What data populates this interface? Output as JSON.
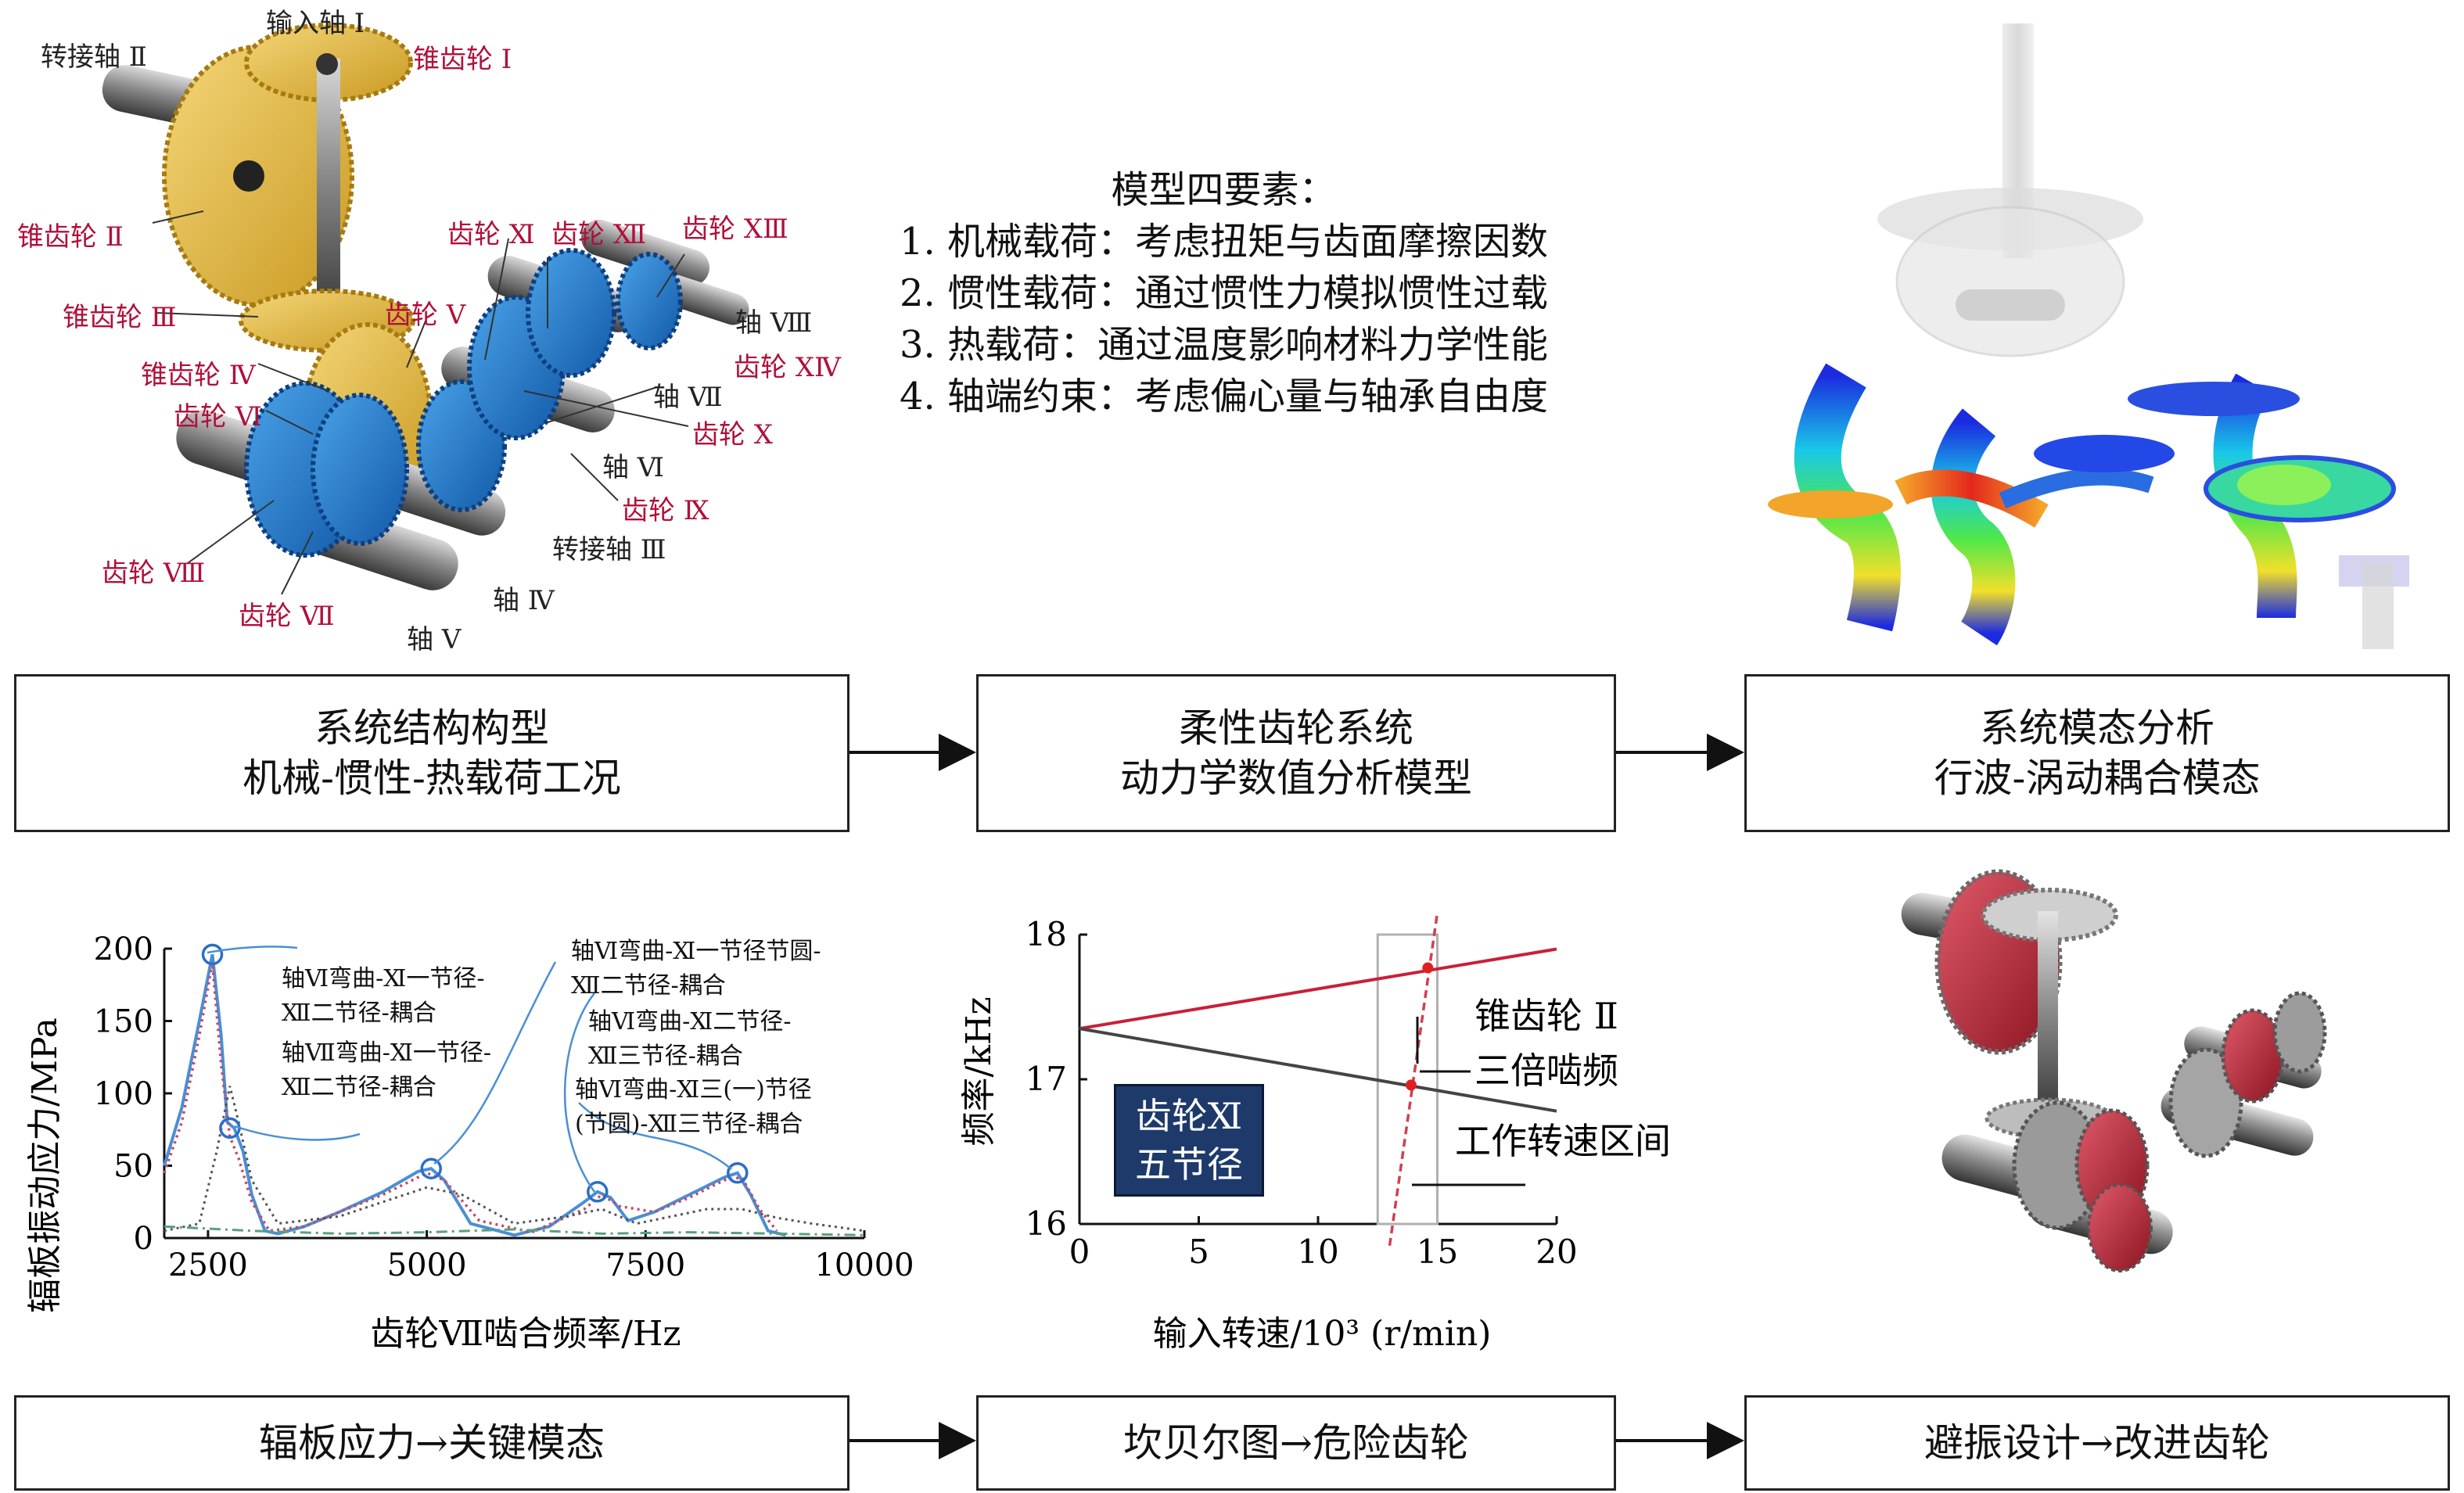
{
  "top_left_labels": {
    "shaft_in_1": "输入轴 Ⅰ",
    "transfer_shaft_2": "转接轴 Ⅱ",
    "bevel_gear_1": "锥齿轮 Ⅰ",
    "bevel_gear_2": "锥齿轮 Ⅱ",
    "bevel_gear_3": "锥齿轮 Ⅲ",
    "bevel_gear_4": "锥齿轮 Ⅳ",
    "gear_5": "齿轮 Ⅴ",
    "gear_6": "齿轮 Ⅵ",
    "gear_7": "齿轮 Ⅶ",
    "gear_8": "齿轮 Ⅷ",
    "gear_9": "齿轮 Ⅸ",
    "gear_10": "齿轮 Ⅹ",
    "gear_11": "齿轮 Ⅺ",
    "gear_12": "齿轮 Ⅻ",
    "gear_13": "齿轮 XⅢ",
    "gear_14": "齿轮 XⅣ",
    "shaft_8": "轴 Ⅷ",
    "shaft_7": "轴 Ⅶ",
    "shaft_6": "轴 Ⅵ",
    "shaft_4": "轴 Ⅳ",
    "shaft_5": "轴 Ⅴ",
    "transfer_shaft_3": "转接轴 Ⅲ"
  },
  "model_elements": {
    "title": "模型四要素：",
    "items": [
      "1. 机械载荷：考虑扭矩与齿面摩擦因数",
      "2. 惯性载荷：通过惯性力模拟惯性过载",
      "3. 热载荷：通过温度影响材料力学性能",
      "4. 轴端约束：考虑偏心量与轴承自由度"
    ]
  },
  "flow_top": {
    "box1": {
      "line1": "系统结构构型",
      "line2": "机械-惯性-热载荷工况"
    },
    "box2": {
      "line1": "柔性齿轮系统",
      "line2": "动力学数值分析模型"
    },
    "box3": {
      "line1": "系统模态分析",
      "line2": "行波-涡动耦合模态"
    }
  },
  "flow_bottom": {
    "box1": "辐板应力→关键模态",
    "box2": "坎贝尔图→危险齿轮",
    "box3": "避振设计→改进齿轮"
  },
  "stress_annotations": [
    [
      "轴Ⅵ弯曲-Ⅺ一节径-",
      "Ⅻ二节径-耦合"
    ],
    [
      "轴Ⅶ弯曲-Ⅺ一节径-",
      "Ⅻ二节径-耦合"
    ],
    [
      "轴Ⅵ弯曲-Ⅺ一节径节圆-",
      "Ⅻ二节径-耦合"
    ],
    [
      "轴Ⅵ弯曲-Ⅺ二节径-",
      "Ⅻ三节径-耦合"
    ],
    [
      "轴Ⅵ弯曲-Ⅺ三(一)节径",
      "(节圆)-Ⅻ三节径-耦合"
    ]
  ],
  "campbell_annotations": {
    "gear_box_line1": "齿轮Ⅺ",
    "gear_box_line2": "五节径",
    "bevel_label": "锥齿轮 Ⅱ",
    "triple_label": "三倍啮频",
    "range_label": "工作转速区间"
  },
  "colors": {
    "gear_label": "#b0103a",
    "stress_blue": "#4a8fd4",
    "campbell_red": "#c8203a",
    "campbell_dark": "#444444",
    "gear_box_bg": "#1d3a6b"
  },
  "chart_data": [
    {
      "type": "line",
      "title": "",
      "xlabel": "齿轮Ⅶ啮合频率/Hz",
      "ylabel": "辐板振动应力/MPa",
      "xlim": [
        2000,
        10000
      ],
      "ylim": [
        0,
        200
      ],
      "xticks": [
        "2500",
        "5000",
        "7500",
        "10000"
      ],
      "yticks": [
        "0",
        "50",
        "100",
        "150",
        "200"
      ],
      "series": [
        {
          "style": "solid-blue",
          "x": [
            2000,
            2200,
            2400,
            2550,
            2650,
            2720,
            2800,
            2900,
            3000,
            3150,
            3300,
            3600,
            4000,
            4500,
            4900,
            5050,
            5200,
            5500,
            6000,
            6400,
            6800,
            6950,
            7100,
            7300,
            7600,
            8000,
            8400,
            8550,
            8700,
            8900,
            9100
          ],
          "y": [
            50,
            90,
            150,
            196,
            140,
            80,
            76,
            60,
            30,
            5,
            3,
            8,
            18,
            32,
            46,
            48,
            40,
            10,
            2,
            8,
            25,
            32,
            28,
            12,
            18,
            30,
            42,
            45,
            30,
            5,
            2
          ]
        },
        {
          "style": "dotted-red",
          "x": [
            2000,
            2200,
            2400,
            2550,
            2650,
            2750,
            2850,
            3000,
            3200,
            3600,
            4000,
            4500,
            5000,
            5200,
            5600,
            6200,
            6800,
            7000,
            7200,
            7600,
            8000,
            8400,
            8600,
            8800,
            9000
          ],
          "y": [
            45,
            80,
            140,
            190,
            120,
            70,
            55,
            25,
            5,
            8,
            18,
            30,
            45,
            40,
            12,
            4,
            20,
            30,
            22,
            18,
            28,
            40,
            42,
            20,
            5
          ]
        },
        {
          "style": "dotted-dark",
          "x": [
            2000,
            2400,
            2600,
            2750,
            2850,
            3000,
            3300,
            4000,
            5000,
            5400,
            6000,
            6600,
            7000,
            7400,
            7800,
            8200,
            8600,
            9000,
            9400,
            10000
          ],
          "y": [
            5,
            10,
            60,
            105,
            80,
            40,
            10,
            15,
            35,
            30,
            10,
            15,
            20,
            10,
            15,
            20,
            20,
            14,
            10,
            5
          ]
        },
        {
          "style": "dashdot-green",
          "x": [
            2000,
            3000,
            4000,
            5000,
            6000,
            7000,
            8000,
            9000,
            10000
          ],
          "y": [
            8,
            5,
            3,
            4,
            6,
            3,
            4,
            3,
            2
          ]
        }
      ],
      "circles": [
        [
          2550,
          196
        ],
        [
          2750,
          76
        ],
        [
          5050,
          48
        ],
        [
          6950,
          32
        ],
        [
          8550,
          45
        ]
      ]
    },
    {
      "type": "line",
      "title": "",
      "xlabel": "输入转速/10³ (r/min)",
      "ylabel": "频率/kHz",
      "xlim": [
        0,
        20
      ],
      "ylim": [
        16,
        18
      ],
      "xticks": [
        "0",
        "5",
        "10",
        "15",
        "20"
      ],
      "yticks": [
        "16",
        "17",
        "18"
      ],
      "series": [
        {
          "style": "solid-red",
          "x": [
            0,
            20
          ],
          "y": [
            17.35,
            17.9
          ]
        },
        {
          "style": "solid-dark",
          "x": [
            0,
            20
          ],
          "y": [
            17.35,
            16.78
          ]
        },
        {
          "style": "dashed-red-dark",
          "x": [
            13,
            15
          ],
          "y": [
            15.8,
            18.2
          ]
        }
      ],
      "points": [
        [
          14.6,
          17.77
        ],
        [
          13.9,
          16.96
        ]
      ],
      "working_range": [
        12.5,
        15
      ]
    }
  ]
}
